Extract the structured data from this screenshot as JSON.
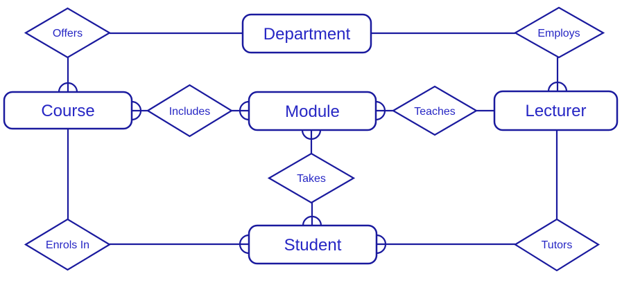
{
  "diagram_type": "entity-relationship-diagram",
  "colors": {
    "stroke": "#1a1a9e",
    "text": "#2626c4",
    "background": "#ffffff"
  },
  "entities": {
    "department": {
      "label": "Department"
    },
    "course": {
      "label": "Course"
    },
    "module": {
      "label": "Module"
    },
    "lecturer": {
      "label": "Lecturer"
    },
    "student": {
      "label": "Student"
    }
  },
  "relationships": {
    "offers": {
      "label": "Offers"
    },
    "employs": {
      "label": "Employs"
    },
    "includes": {
      "label": "Includes"
    },
    "teaches": {
      "label": "Teaches"
    },
    "takes": {
      "label": "Takes"
    },
    "enrols_in": {
      "label": "Enrols In"
    },
    "tutors": {
      "label": "Tutors"
    }
  },
  "edges": [
    {
      "relationship": "Offers",
      "entity": "Department",
      "arc_notation_at_entity": false
    },
    {
      "relationship": "Offers",
      "entity": "Course",
      "arc_notation_at_entity": true
    },
    {
      "relationship": "Employs",
      "entity": "Department",
      "arc_notation_at_entity": false
    },
    {
      "relationship": "Employs",
      "entity": "Lecturer",
      "arc_notation_at_entity": true
    },
    {
      "relationship": "Includes",
      "entity": "Course",
      "arc_notation_at_entity": true
    },
    {
      "relationship": "Includes",
      "entity": "Module",
      "arc_notation_at_entity": true
    },
    {
      "relationship": "Teaches",
      "entity": "Module",
      "arc_notation_at_entity": true
    },
    {
      "relationship": "Teaches",
      "entity": "Lecturer",
      "arc_notation_at_entity": false
    },
    {
      "relationship": "Takes",
      "entity": "Module",
      "arc_notation_at_entity": true
    },
    {
      "relationship": "Takes",
      "entity": "Student",
      "arc_notation_at_entity": true
    },
    {
      "relationship": "Enrols In",
      "entity": "Course",
      "arc_notation_at_entity": false
    },
    {
      "relationship": "Enrols In",
      "entity": "Student",
      "arc_notation_at_entity": true
    },
    {
      "relationship": "Tutors",
      "entity": "Student",
      "arc_notation_at_entity": true
    },
    {
      "relationship": "Tutors",
      "entity": "Lecturer",
      "arc_notation_at_entity": false
    }
  ]
}
